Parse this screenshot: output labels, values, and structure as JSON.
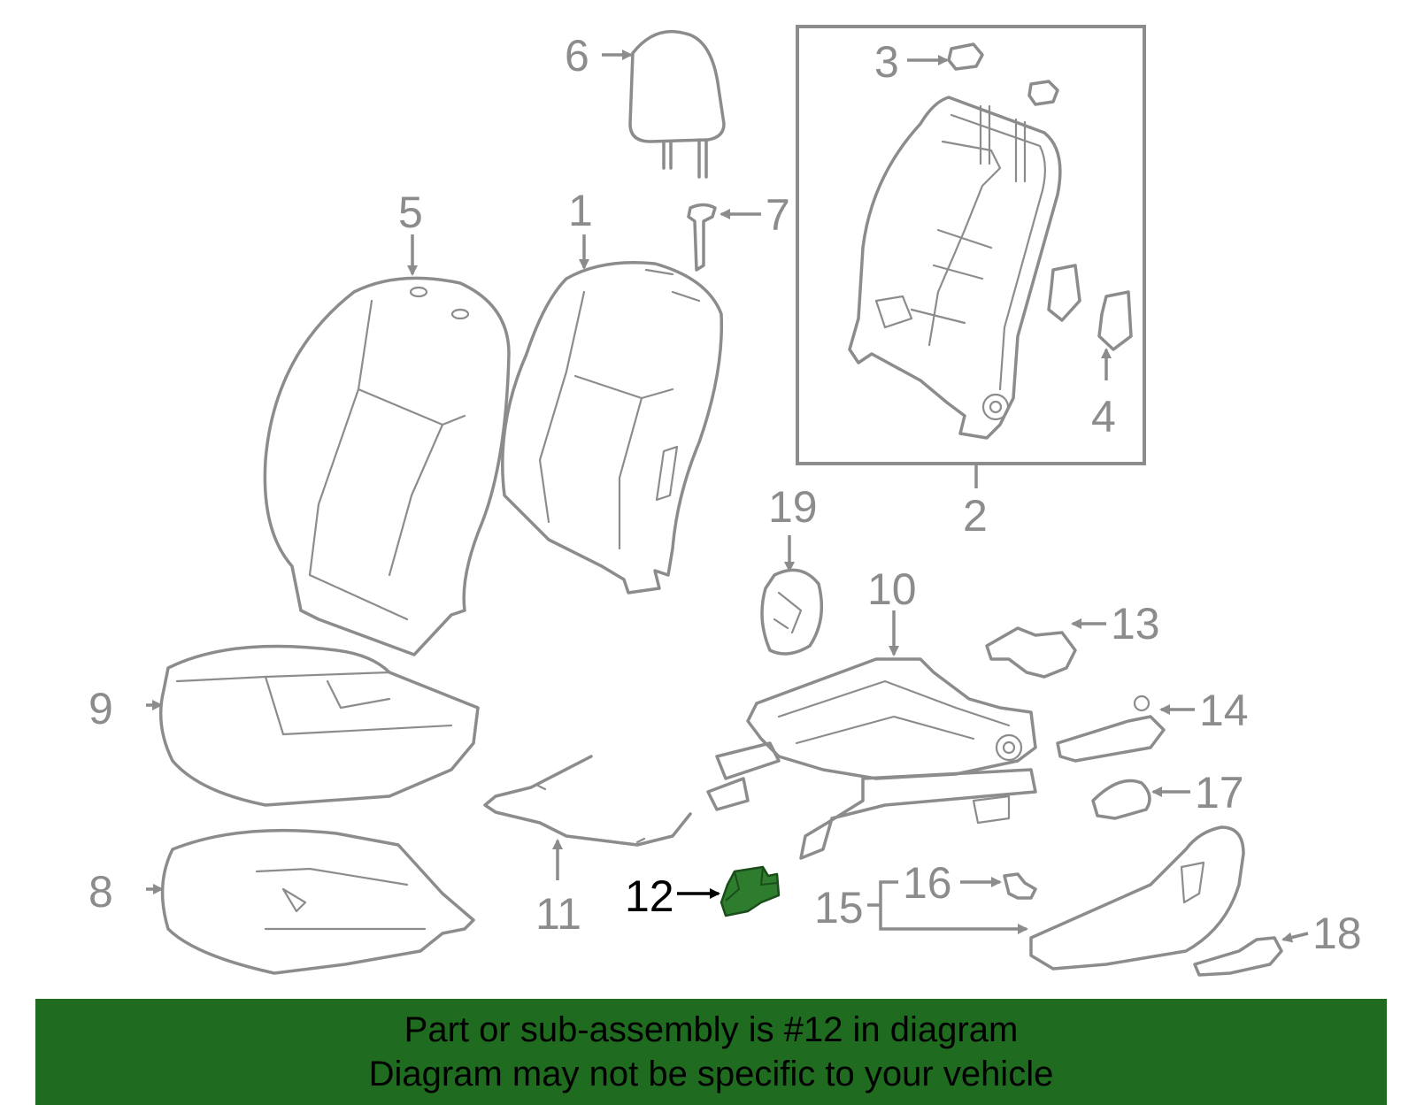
{
  "diagram": {
    "callouts": [
      "1",
      "2",
      "3",
      "4",
      "5",
      "6",
      "7",
      "8",
      "9",
      "10",
      "11",
      "12",
      "13",
      "14",
      "15",
      "16",
      "17",
      "18",
      "19"
    ],
    "highlighted_part": "12",
    "highlight_color": "#2e7d2e"
  },
  "banner": {
    "line1": "Part or sub-assembly is #12 in diagram",
    "line2": "Diagram may not be specific to your vehicle",
    "background": "#1f6b1f"
  }
}
